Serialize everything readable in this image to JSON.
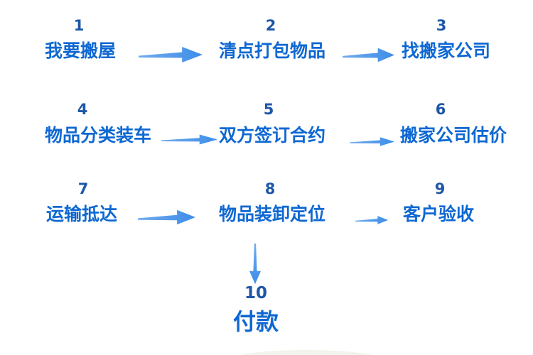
{
  "diagram": {
    "type": "flowchart",
    "language": "zh",
    "topic": "moving-house process",
    "background_color": "#ffffff"
  },
  "colors": {
    "step_number": "#1e57a7",
    "step_label": "#0f68d2",
    "arrow_light": "#72abee",
    "arrow_dark": "#3d8de8",
    "bottom_edge_shape": "#f1f3ec"
  },
  "steps": [
    {
      "number": "1",
      "label": "我要搬屋"
    },
    {
      "number": "2",
      "label": "清点打包物品"
    },
    {
      "number": "3",
      "label": "找搬家公司"
    },
    {
      "number": "4",
      "label": "物品分类装车"
    },
    {
      "number": "5",
      "label": "双方签订合约"
    },
    {
      "number": "6",
      "label": "搬家公司估价"
    },
    {
      "number": "7",
      "label": "运输抵达"
    },
    {
      "number": "8",
      "label": "物品装卸定位"
    },
    {
      "number": "9",
      "label": "客户验收"
    },
    {
      "number": "10",
      "label": "付款"
    }
  ],
  "flow": [
    {
      "from": "1",
      "to": "2",
      "direction": "right"
    },
    {
      "from": "2",
      "to": "3",
      "direction": "right"
    },
    {
      "from": "4",
      "to": "5",
      "direction": "right"
    },
    {
      "from": "5",
      "to": "6",
      "direction": "right"
    },
    {
      "from": "7",
      "to": "8",
      "direction": "right"
    },
    {
      "from": "8",
      "to": "9",
      "direction": "right"
    },
    {
      "from": "8",
      "to": "10",
      "direction": "down"
    }
  ]
}
